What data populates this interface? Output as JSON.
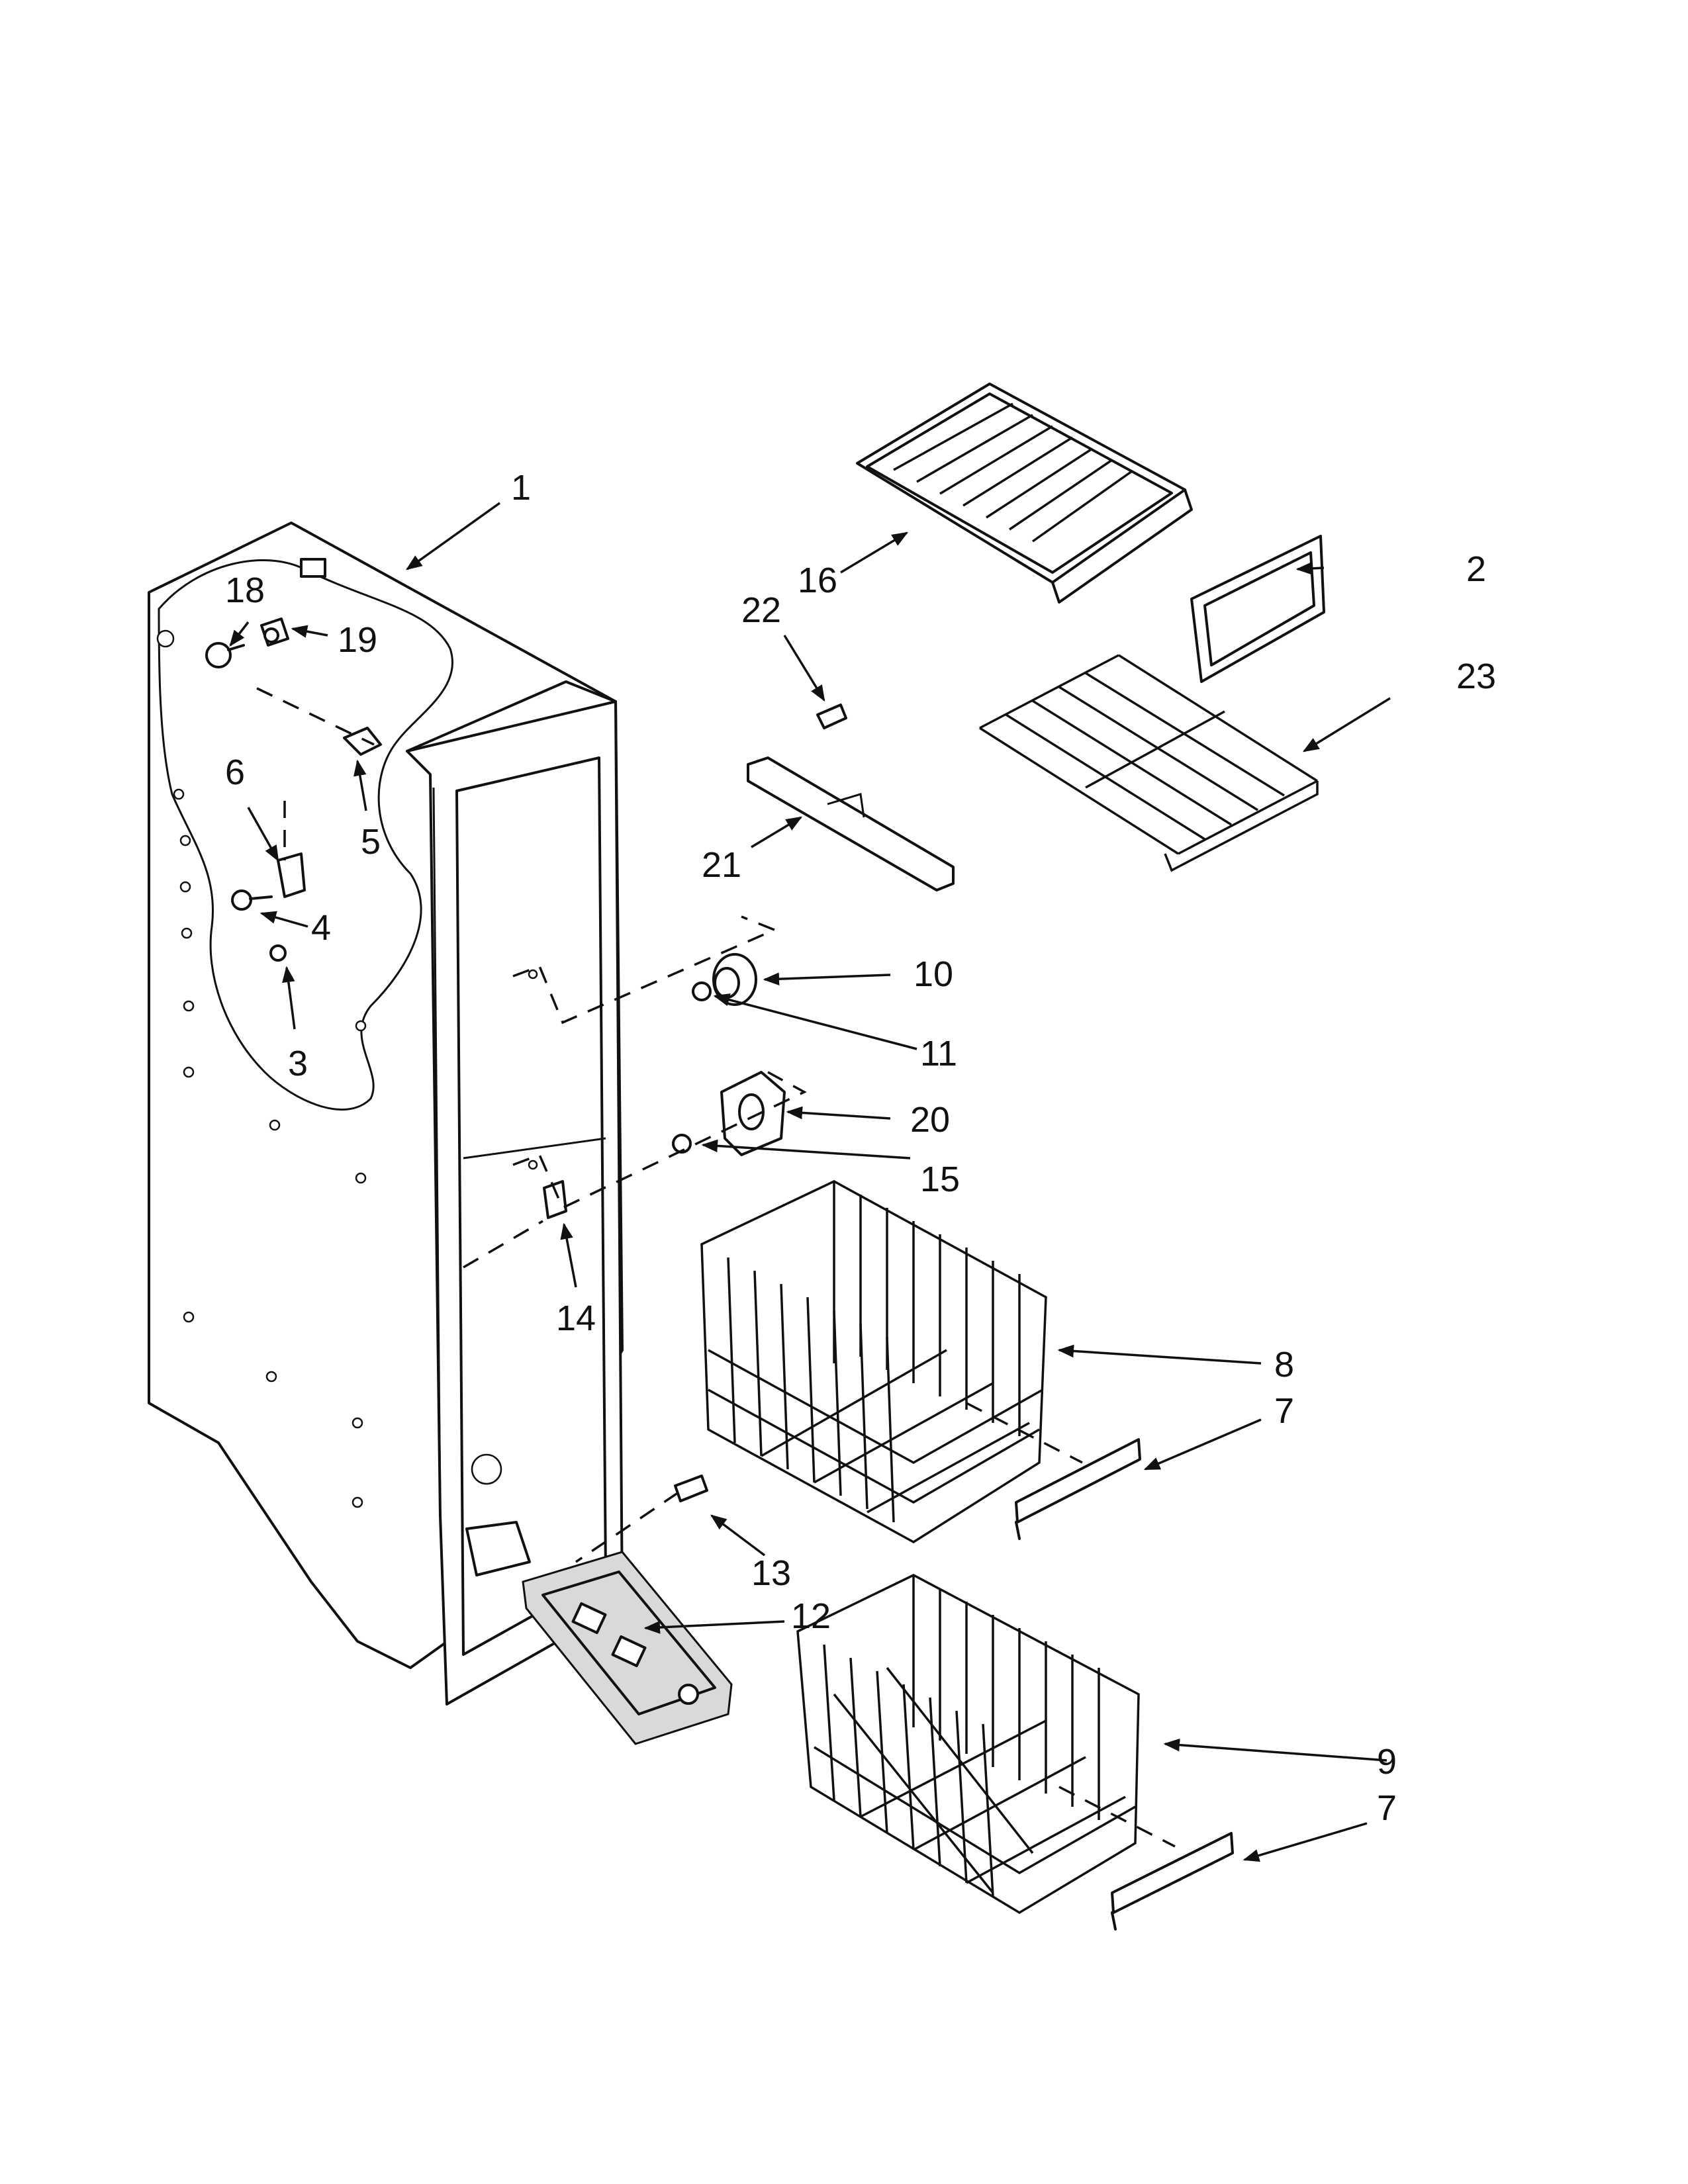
{
  "callouts": [
    {
      "id": "1",
      "label": "1"
    },
    {
      "id": "2",
      "label": "2"
    },
    {
      "id": "3",
      "label": "3"
    },
    {
      "id": "4",
      "label": "4"
    },
    {
      "id": "5",
      "label": "5"
    },
    {
      "id": "6",
      "label": "6"
    },
    {
      "id": "7a",
      "label": "7"
    },
    {
      "id": "7b",
      "label": "7"
    },
    {
      "id": "8",
      "label": "8"
    },
    {
      "id": "9",
      "label": "9"
    },
    {
      "id": "10",
      "label": "10"
    },
    {
      "id": "11",
      "label": "11"
    },
    {
      "id": "12",
      "label": "12"
    },
    {
      "id": "13",
      "label": "13"
    },
    {
      "id": "14",
      "label": "14"
    },
    {
      "id": "15",
      "label": "15"
    },
    {
      "id": "16",
      "label": "16"
    },
    {
      "id": "18",
      "label": "18"
    },
    {
      "id": "19",
      "label": "19"
    },
    {
      "id": "20",
      "label": "20"
    },
    {
      "id": "21",
      "label": "21"
    },
    {
      "id": "22",
      "label": "22"
    },
    {
      "id": "23",
      "label": "23"
    }
  ]
}
